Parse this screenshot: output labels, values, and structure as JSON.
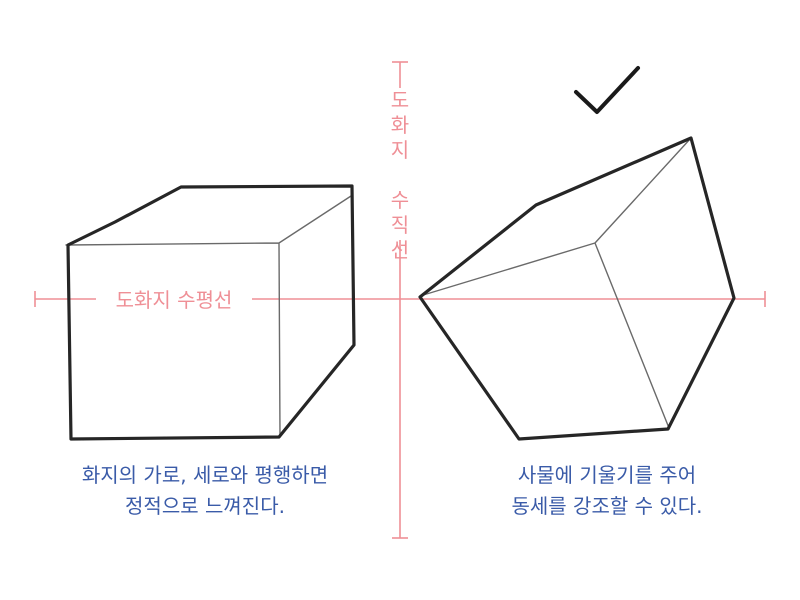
{
  "guides": {
    "horizontal_label": "도화지 수평선",
    "vertical_label": "도화지 수직선",
    "color": "#ef8f96"
  },
  "captions": {
    "left_line1": "화지의 가로, 세로와 평행하면",
    "left_line2": "정적으로 느껴진다.",
    "right_line1": "사물에 기울기를 주어",
    "right_line2": "동세를 강조할 수 있다.",
    "color": "#3a5ba8"
  },
  "marks": {
    "checkmark": "check-icon"
  }
}
